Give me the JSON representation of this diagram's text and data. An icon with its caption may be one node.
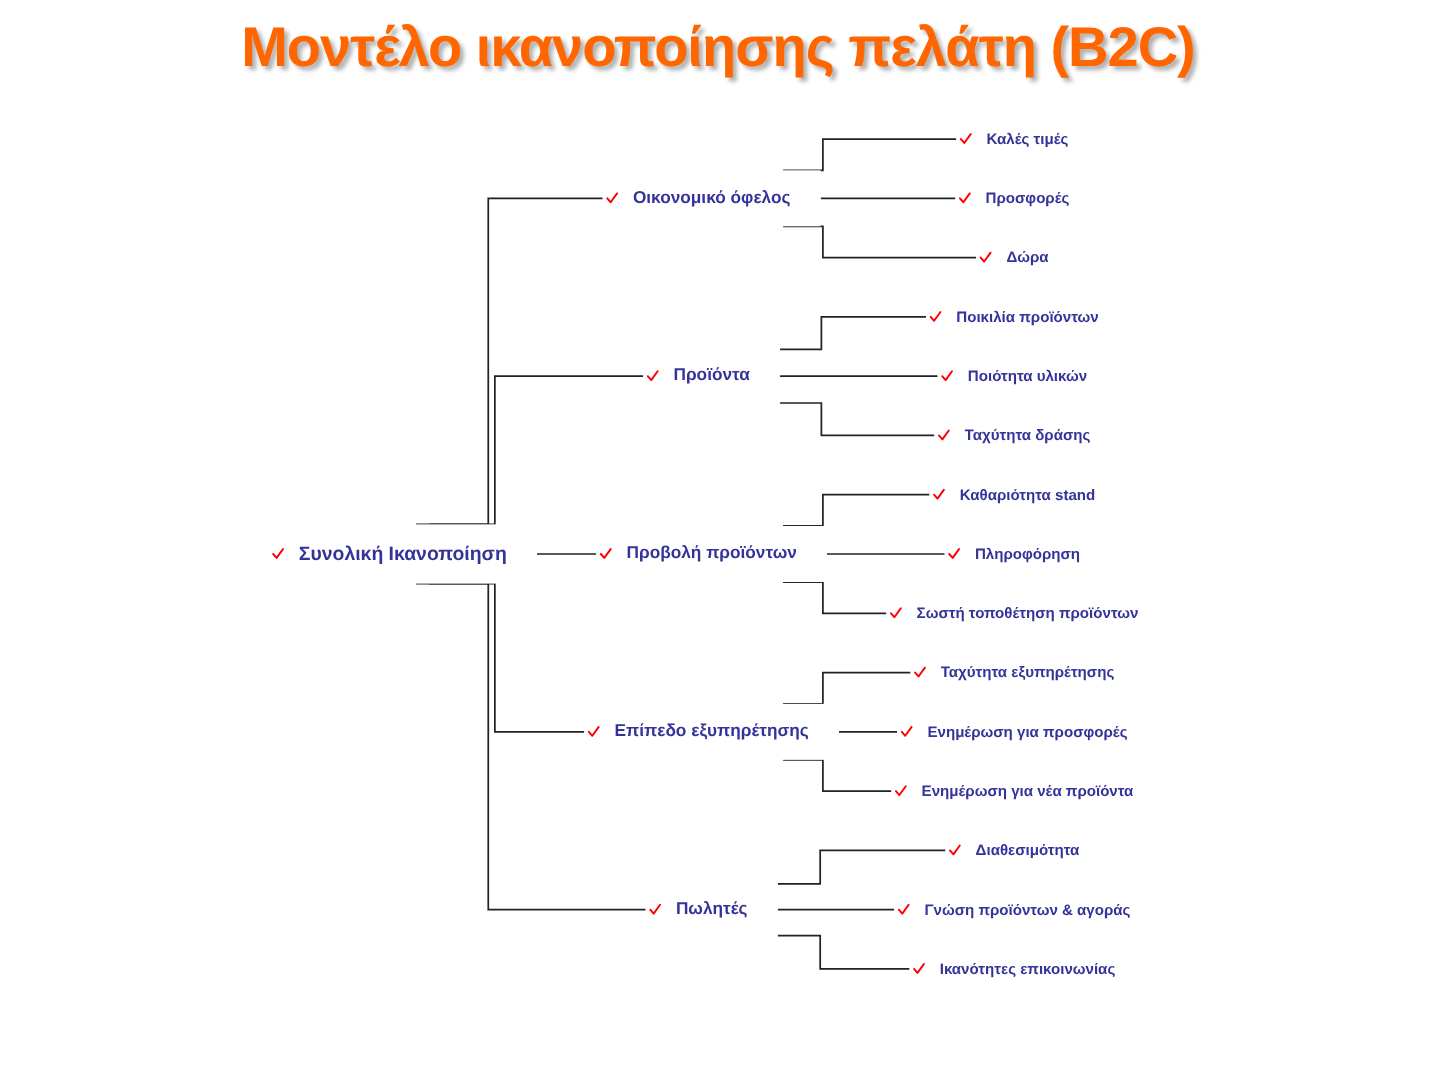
{
  "diagram": {
    "title": "Μοντέλο ικανοποίησης πελάτη (B2C)",
    "nodes": [
      {
        "text": [
          "Συνολική Ικανοποίηση"
        ]
      },
      {
        "text": [
          "Οικονομικό όφελος"
        ]
      },
      {
        "text": [
          "Προϊόντα"
        ]
      },
      {
        "text": [
          "Προβολή προϊόντων"
        ]
      },
      {
        "text": [
          "Επίπεδο εξυπηρέτησης"
        ]
      },
      {
        "text": [
          "Πωλητές"
        ]
      },
      {
        "text": [
          "Καλές τιμές"
        ]
      },
      {
        "text": [
          "Προσφορές"
        ]
      },
      {
        "text": [
          "Δώρα"
        ]
      },
      {
        "text": [
          "Ποικιλία προϊόντων"
        ]
      },
      {
        "text": [
          "Ποιότητα υλικών"
        ]
      },
      {
        "text": [
          "Ταχύτητα δράσης"
        ]
      },
      {
        "text": [
          "Καθαριότητα stand"
        ]
      },
      {
        "text": [
          "Πληροφόρηση"
        ]
      },
      {
        "text": [
          "Σωστή τοποθέτηση προϊόντων"
        ]
      },
      {
        "text": [
          "Ταχύτητα εξυπηρέτησης"
        ]
      },
      {
        "text": [
          "Ενημέρωση για προσφορές"
        ]
      },
      {
        "text": [
          "Ενημέρωση για νέα προϊόντα"
        ]
      },
      {
        "text": [
          "Διαθεσιμότητα"
        ]
      },
      {
        "text": [
          "Γνώση προϊόντων & αγοράς"
        ]
      },
      {
        "text": [
          "Ικανότητες επικοινωνίας"
        ]
      }
    ],
    "edges": [
      {
        "from": 0,
        "to": 1,
        "arrow": "none"
      },
      {
        "from": 0,
        "to": 2,
        "arrow": "none"
      },
      {
        "from": 0,
        "to": 3,
        "arrow": "none"
      },
      {
        "from": 0,
        "to": 4,
        "arrow": "none"
      },
      {
        "from": 0,
        "to": 5,
        "arrow": "none"
      },
      {
        "from": 1,
        "to": 6,
        "arrow": "none"
      },
      {
        "from": 1,
        "to": 7,
        "arrow": "none"
      },
      {
        "from": 1,
        "to": 8,
        "arrow": "none"
      },
      {
        "from": 2,
        "to": 9,
        "arrow": "none"
      },
      {
        "from": 2,
        "to": 10,
        "arrow": "none"
      },
      {
        "from": 2,
        "to": 11,
        "arrow": "none"
      },
      {
        "from": 3,
        "to": 12,
        "arrow": "none"
      },
      {
        "from": 3,
        "to": 13,
        "arrow": "none"
      },
      {
        "from": 3,
        "to": 14,
        "arrow": "none"
      },
      {
        "from": 4,
        "to": 15,
        "arrow": "none"
      },
      {
        "from": 4,
        "to": 16,
        "arrow": "none"
      },
      {
        "from": 4,
        "to": 17,
        "arrow": "none"
      },
      {
        "from": 5,
        "to": 18,
        "arrow": "none"
      },
      {
        "from": 5,
        "to": 19,
        "arrow": "none"
      },
      {
        "from": 5,
        "to": 20,
        "arrow": "none"
      }
    ]
  }
}
